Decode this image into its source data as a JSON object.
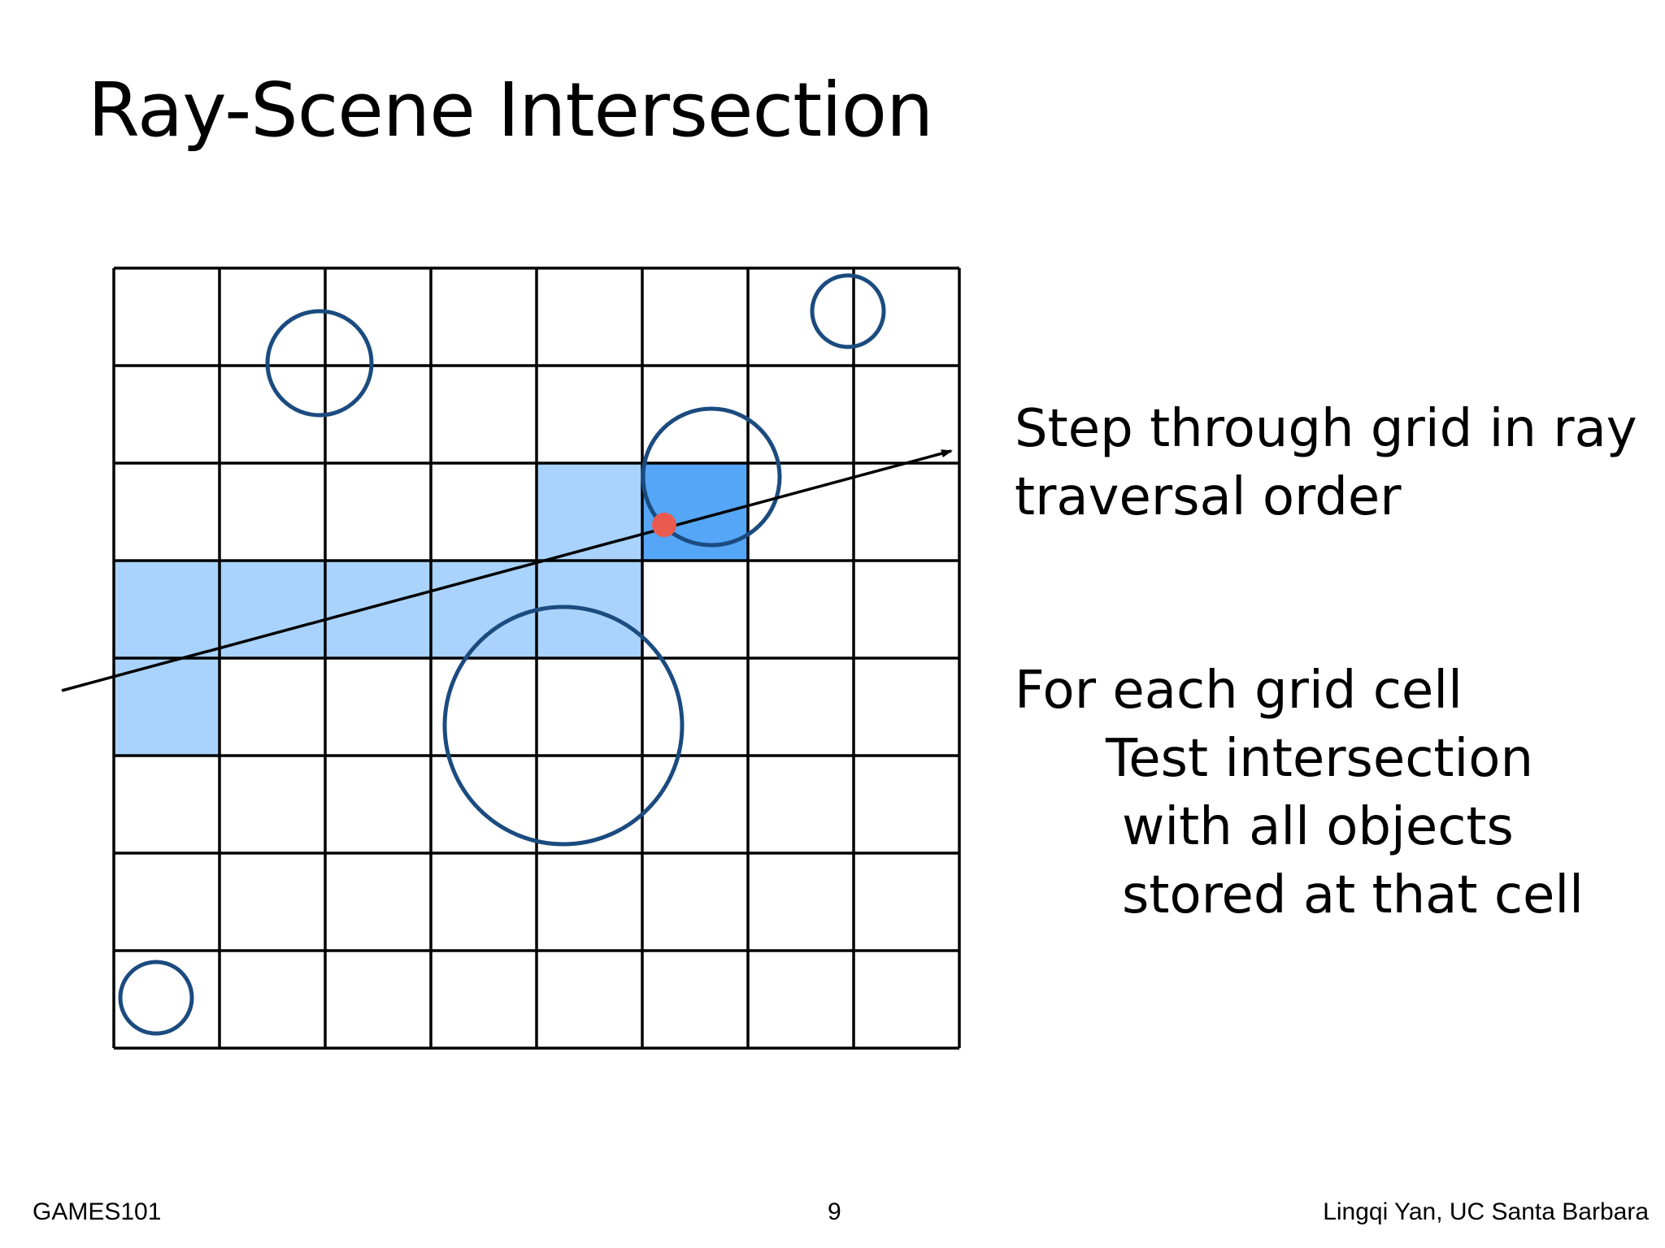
{
  "slide": {
    "title": "Ray-Scene Intersection"
  },
  "text_block": {
    "step_line1": "Step through grid in ray",
    "step_line2": "traversal order",
    "for_line": "For each grid cell",
    "test_line1": "Test intersection",
    "test_line2": "with all objects",
    "test_line3": "stored at that cell"
  },
  "footer": {
    "course": "GAMES101",
    "page_number": "9",
    "author": "Lingqi Yan, UC Santa Barbara"
  },
  "colors": {
    "traversed_cell": "#a9d3fc",
    "hit_cell": "#55a6f7",
    "object_outline": "#1b4b7f",
    "hit_point": "#ea5a4f",
    "grid_line": "#000000"
  }
}
